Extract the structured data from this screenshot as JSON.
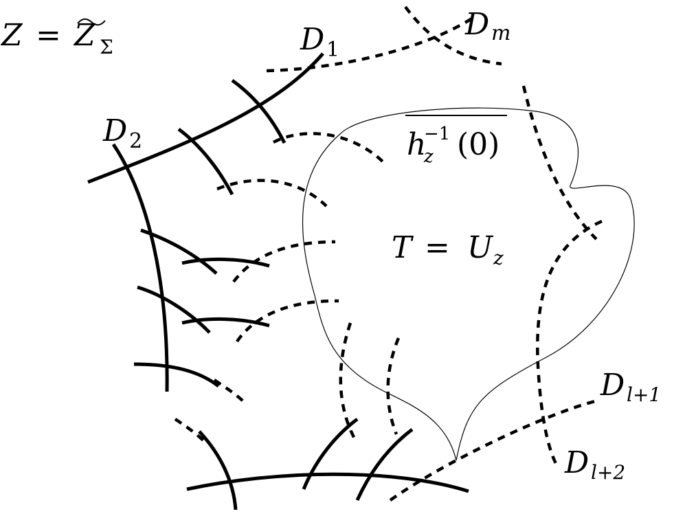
{
  "labels": {
    "z_main": "Z",
    "z_eq": "=",
    "z_tilde": "Z",
    "z_sub": "Σ",
    "d1": "D",
    "d1_sub": "1",
    "d2": "D",
    "d2_sub": "2",
    "dm": "D",
    "dm_sub": "m",
    "dl1": "D",
    "dl1_sub": "l+1",
    "dl2": "D",
    "dl2_sub": "l+2",
    "h_main": "h",
    "h_sub": "z",
    "h_sup": "−1",
    "h_arg": "(0)",
    "t_main": "T",
    "t_eq": "=",
    "t_u": "U",
    "t_sub": "z"
  }
}
